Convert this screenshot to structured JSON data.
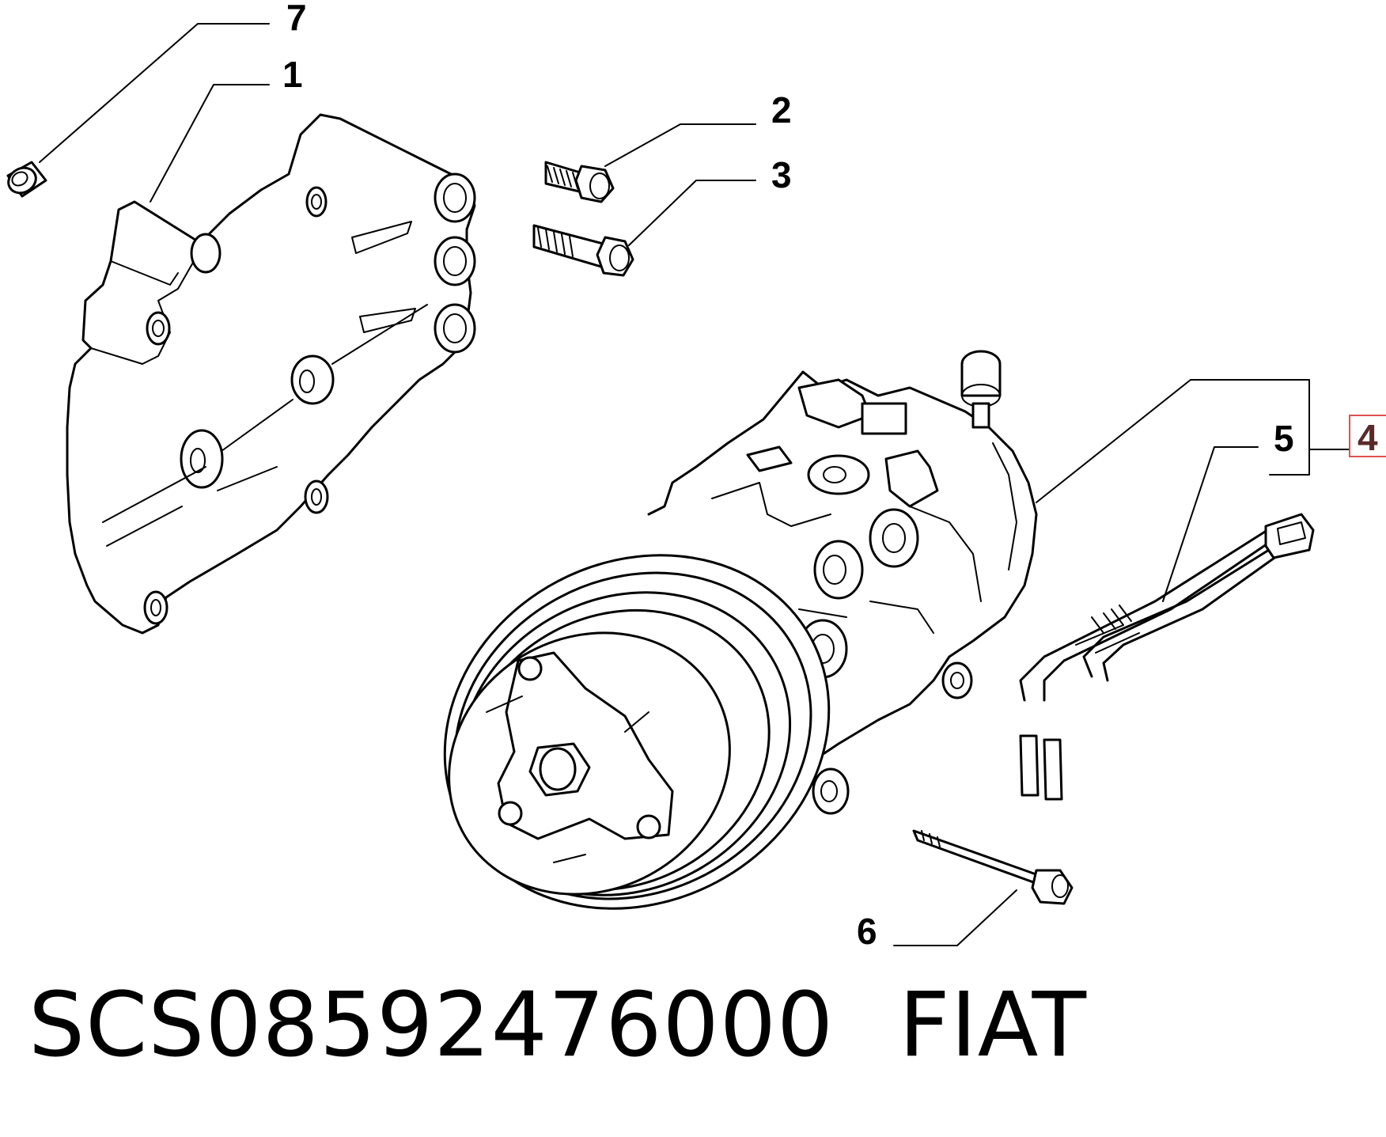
{
  "callouts": {
    "c1": "1",
    "c2": "2",
    "c3": "3",
    "c4": "4",
    "c5": "5",
    "c6": "6",
    "c7": "7"
  },
  "caption": {
    "part_number": "SCS08592476000",
    "brand": "FIAT"
  },
  "colors": {
    "line": "#000000",
    "background": "#ffffff",
    "highlight_box": "#e05050"
  }
}
